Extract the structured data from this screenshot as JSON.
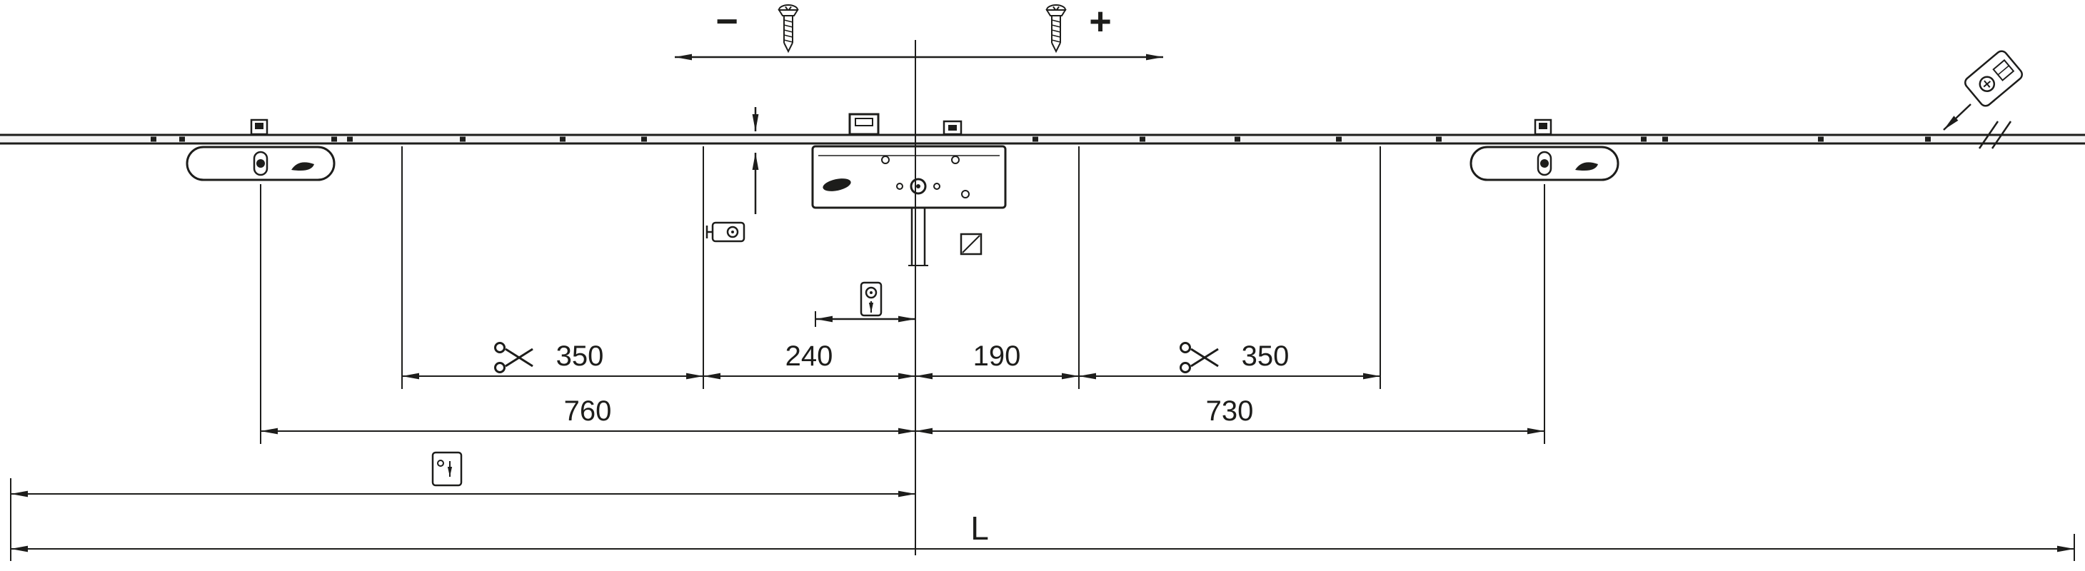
{
  "colors": {
    "ink": "#1d1d1b",
    "background": "#ffffff"
  },
  "adjustment": {
    "minus_label": "−",
    "plus_label": "+"
  },
  "dimensions": {
    "cut_left": "350",
    "gear_left": "240",
    "gear_right": "190",
    "cut_right": "350",
    "cam_left": "760",
    "cam_right": "730",
    "total_length": "L"
  },
  "icons": {
    "screw": "screw-icon",
    "scissors": "scissors-icon",
    "square_spindle": "square-spindle-icon",
    "cam_adjustment": "cam-adjustment-icon",
    "latch_adjustment": "latch-adjustment-icon",
    "keeper_screw": "keeper-screw-icon",
    "faceplate_screw": "faceplate-screw-icon"
  }
}
